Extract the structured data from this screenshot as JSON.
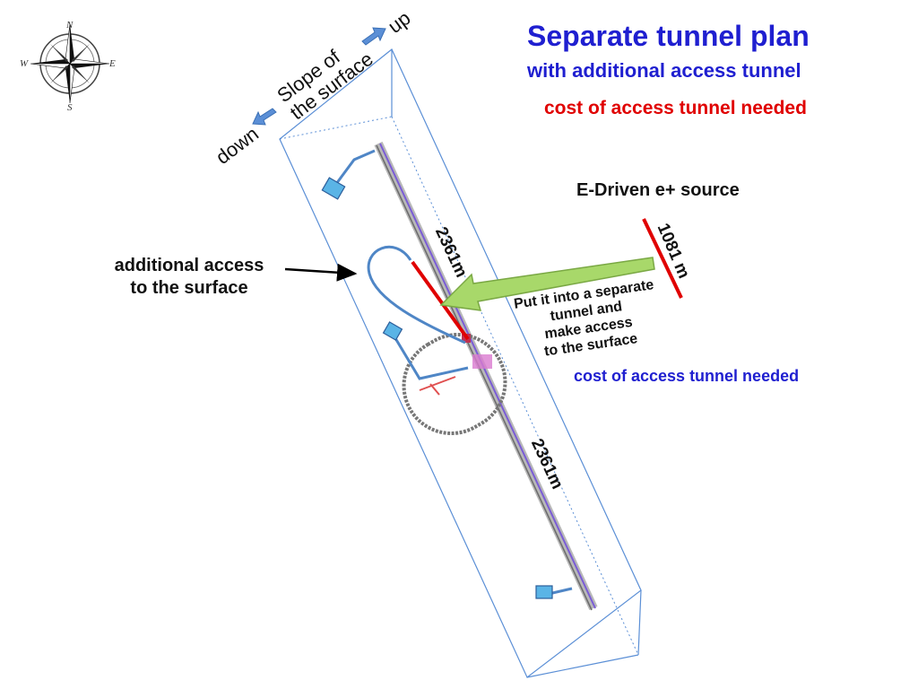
{
  "title": "Separate tunnel plan",
  "subtitle": "with additional access tunnel",
  "cost_note_red": "cost of access tunnel needed",
  "source_label": "E-Driven e+ source",
  "source_length": "1081 m",
  "segment_length_upper": "2361m",
  "segment_length_lower": "2361m",
  "callout_lines": [
    "Put it into a separate",
    "tunnel and",
    "make access",
    "to the surface"
  ],
  "cost_note_blue": "cost of access tunnel needed",
  "access_label_lines": [
    "additional access",
    "to the surface"
  ],
  "slope_label_lines": [
    "Slope of",
    "the surface"
  ],
  "slope_up": "up",
  "slope_down": "down",
  "compass": {
    "north": "N",
    "south": "S",
    "east": "E",
    "west": "W"
  },
  "colors": {
    "title_blue": "#1f1fd0",
    "cost_red": "#e00000",
    "source_line_red": "#e00000",
    "callout_arrow_green": "#a8d86a",
    "tunnel_blue": "#4f86c6",
    "outline_blue": "#5b8fd6"
  }
}
